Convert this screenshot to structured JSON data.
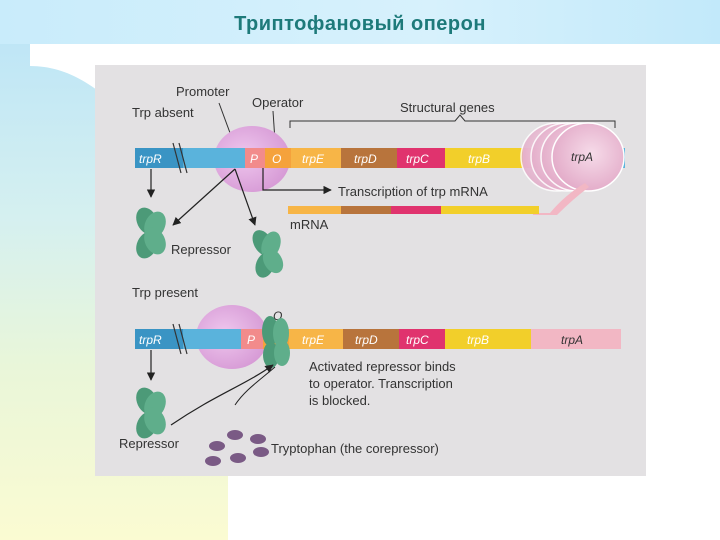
{
  "slide": {
    "title": "Триптофановый оперон"
  },
  "top_panel": {
    "condition": "Trp absent",
    "promoter_label": "Promoter",
    "operator_label": "Operator",
    "structural_label": "Structural genes",
    "transcription_label": "Transcription of trp mRNA",
    "mrna_label": "mRNA",
    "repressor_label": "Repressor"
  },
  "bottom_panel": {
    "condition": "Trp present",
    "operator_letter": "O",
    "note_line1": "Activated repressor binds",
    "note_line2": "to operator. Transcription",
    "note_line3": "is blocked.",
    "repressor_label": "Repressor",
    "tryptophan_label": "Tryptophan (the corepressor)"
  },
  "genes": {
    "trpR": "trpR",
    "P": "P",
    "O": "O",
    "trpE": "trpE",
    "trpD": "trpD",
    "trpC": "trpC",
    "trpB": "trpB",
    "trpA": "trpA"
  },
  "colors": {
    "trpR": "#3a94c4",
    "dna_blue": "#5ab3dc",
    "promoter": "#f28b8b",
    "operator": "#f5a23c",
    "trpE": "#f7b547",
    "trpD": "#b8743c",
    "trpC": "#e0336e",
    "trpB": "#f2cf2a",
    "trpA": "#f2b7c4",
    "repressor": "#4c9a78",
    "tryptophan": "#7a5a85",
    "title": "#1d7a7a"
  }
}
